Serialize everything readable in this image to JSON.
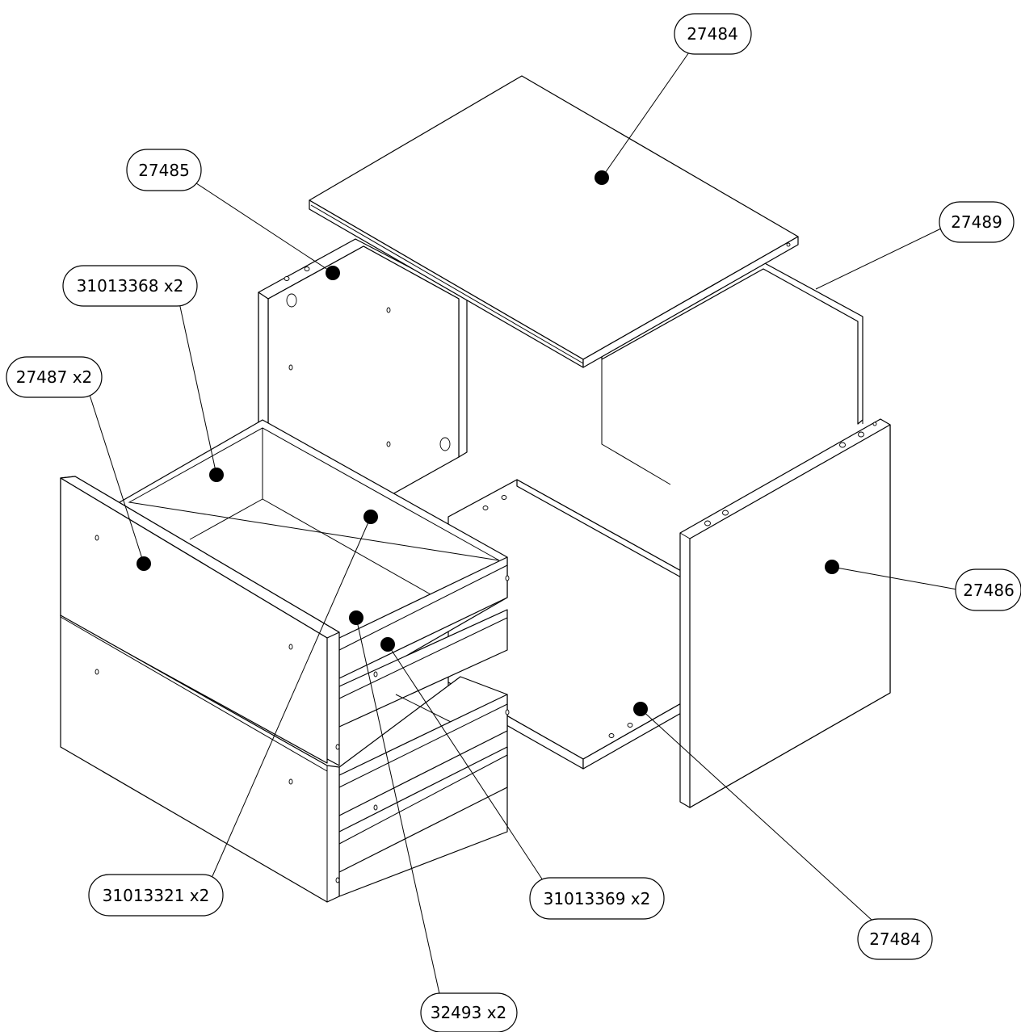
{
  "callouts": [
    {
      "id": "top-panel",
      "text": "27484"
    },
    {
      "id": "back-panel",
      "text": "27485"
    },
    {
      "id": "right-back-panel",
      "text": "27489"
    },
    {
      "id": "drawer-runner-left",
      "text": "31013368 x2"
    },
    {
      "id": "drawer-front",
      "text": "27487 x2"
    },
    {
      "id": "side-panel",
      "text": "27486"
    },
    {
      "id": "drawer-side",
      "text": "31013321 x2"
    },
    {
      "id": "drawer-runner-right",
      "text": "31013369 x2"
    },
    {
      "id": "bottom-panel",
      "text": "27484"
    },
    {
      "id": "drawer-bottom",
      "text": "32493 x2"
    }
  ]
}
